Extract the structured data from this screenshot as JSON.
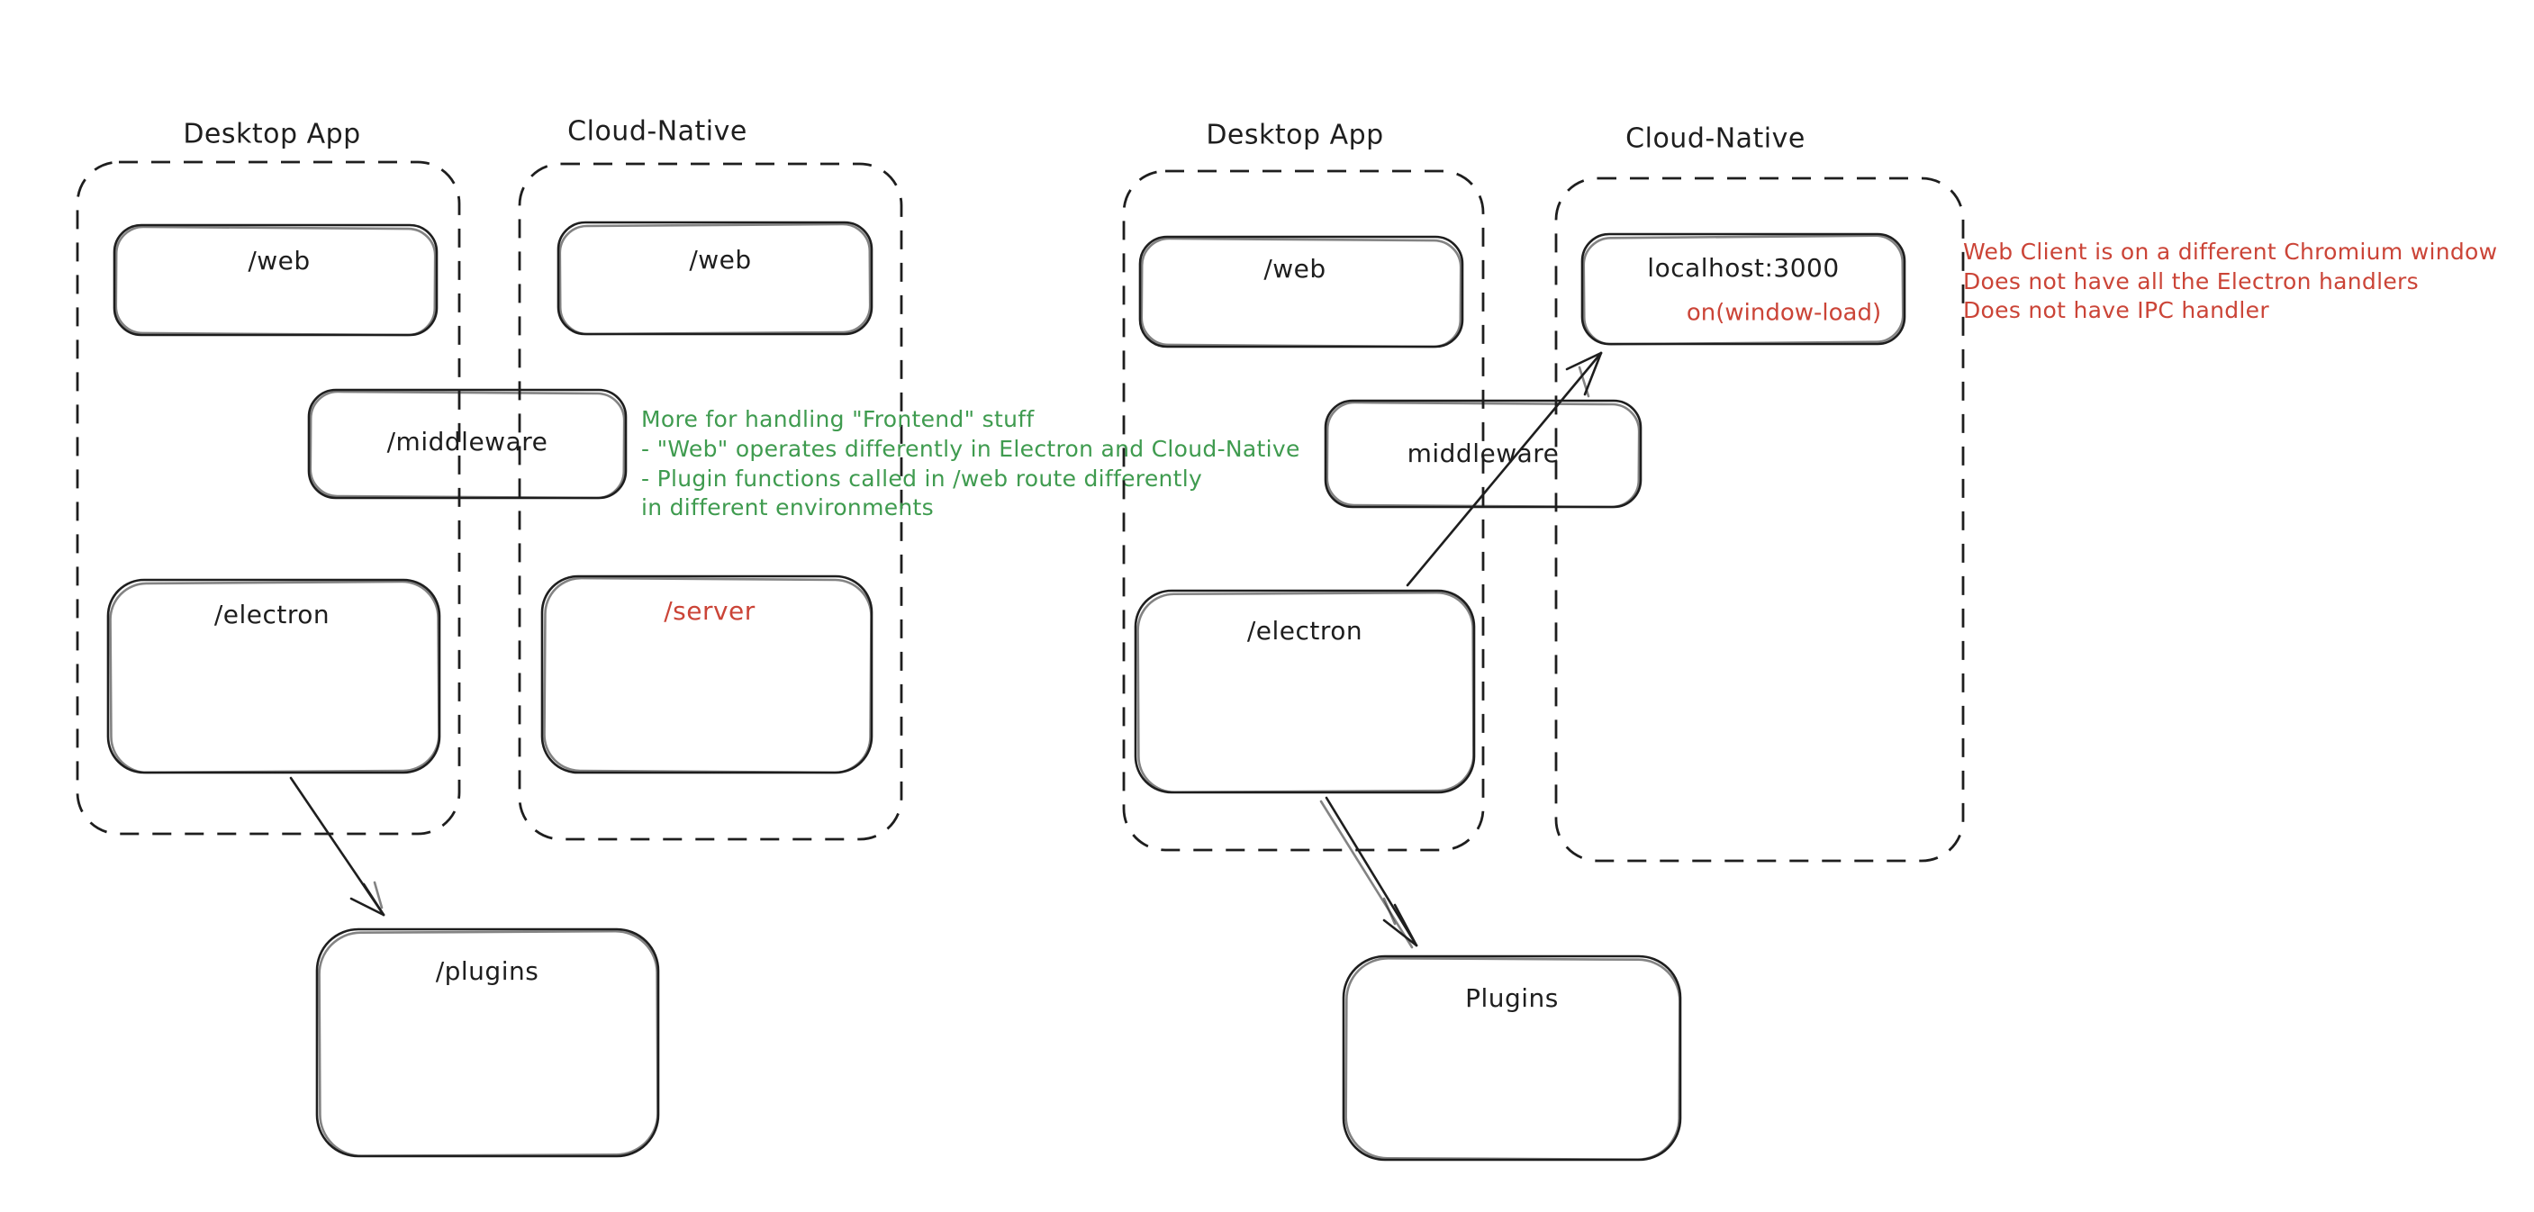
{
  "canvas": {
    "background": "#ffffff"
  },
  "palette": {
    "ink": "#1e1e1e",
    "annotation_green": "#3f9b4f",
    "annotation_red": "#cb4437"
  },
  "left_diagram": {
    "desktop_group_label": "Desktop App",
    "cloud_group_label": "Cloud-Native",
    "web_desktop_label": "/web",
    "web_cloud_label": "/web",
    "middleware_label": "/middleware",
    "electron_label": "/electron",
    "server_label": "/server",
    "plugins_label": "/plugins"
  },
  "right_diagram": {
    "desktop_group_label": "Desktop App",
    "cloud_group_label": "Cloud-Native",
    "web_label": "/web",
    "localhost_label": "localhost:3000",
    "window_load_label": "on(window-load)",
    "middleware_label": "middleware",
    "electron_label": "/electron",
    "plugins_label": "Plugins"
  },
  "notes": {
    "green_note": {
      "color": "#3f9b4f",
      "lines": [
        "More for handling \"Frontend\" stuff",
        "- \"Web\" operates differently in Electron and Cloud-Native",
        "- Plugin functions called in /web route differently",
        "in different environments"
      ]
    },
    "red_note": {
      "color": "#cb4437",
      "lines": [
        "Web Client is on a different Chromium window",
        "Does not have all the Electron handlers",
        "Does not have IPC handler"
      ]
    }
  }
}
